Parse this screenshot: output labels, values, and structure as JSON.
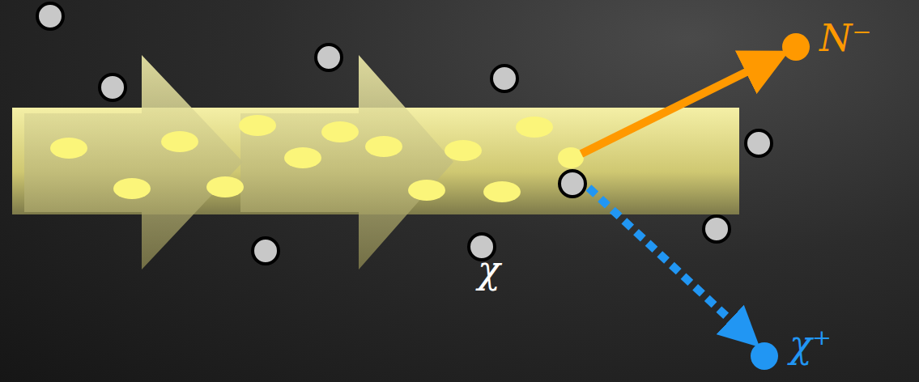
{
  "diagram": {
    "labels": [
      "N⁻",
      "χ",
      "χ⁺"
    ]
  }
}
